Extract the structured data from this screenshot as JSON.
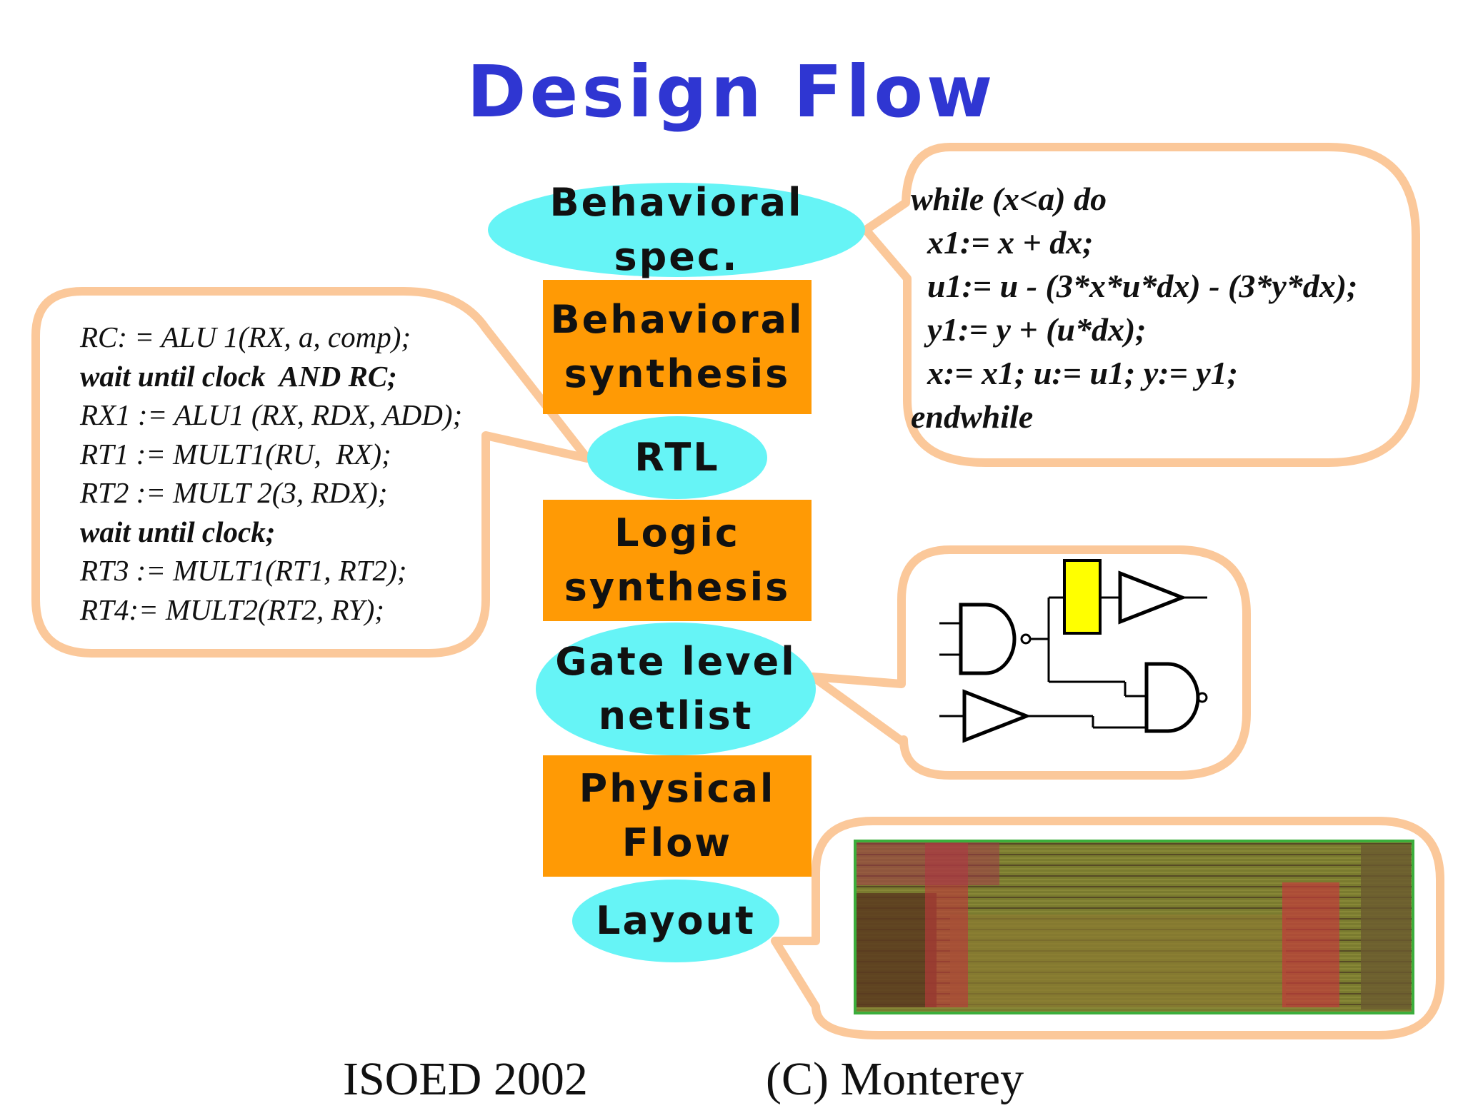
{
  "title": "Design Flow",
  "flow": {
    "behavioral_spec": "Behavioral spec.",
    "behavioral_synthesis": [
      "Behavioral",
      "synthesis"
    ],
    "rtl": "RTL",
    "logic_synthesis": [
      "Logic",
      "synthesis"
    ],
    "gate_level_netlist": [
      "Gate level",
      "netlist"
    ],
    "physical_flow": [
      "Physical",
      "Flow"
    ],
    "layout": "Layout"
  },
  "behavioral_code": [
    "while (x<a) do",
    "  x1:= x + dx;",
    "  u1:= u - (3*x*u*dx) - (3*y*dx);",
    "  y1:= y + (u*dx);",
    "  x:= x1; u:= u1; y:= y1;",
    "endwhile"
  ],
  "rtl_code": [
    {
      "text": "RC: = ALU 1(RX, a, comp);",
      "bold": false
    },
    {
      "text": "wait until clock  AND RC;",
      "bold": true
    },
    {
      "text": "RX1 := ALU1 (RX, RDX, ADD);",
      "bold": false
    },
    {
      "text": "RT1 := MULT1(RU,  RX);",
      "bold": false
    },
    {
      "text": "RT2 := MULT 2(3, RDX);",
      "bold": false
    },
    {
      "text": "wait until clock;",
      "bold": true
    },
    {
      "text": "RT3 := MULT1(RT1, RT2);",
      "bold": false
    },
    {
      "text": "RT4:= MULT2(RT2, RY);",
      "bold": false
    }
  ],
  "footer": {
    "left": "ISOED 2002",
    "right": "(C) Monterey"
  },
  "colors": {
    "title": "#2f36d2",
    "ellipse": "#66f4f6",
    "box": "#ff9a05",
    "callout_border": "#fbc89a",
    "latch": "#ffff00"
  }
}
